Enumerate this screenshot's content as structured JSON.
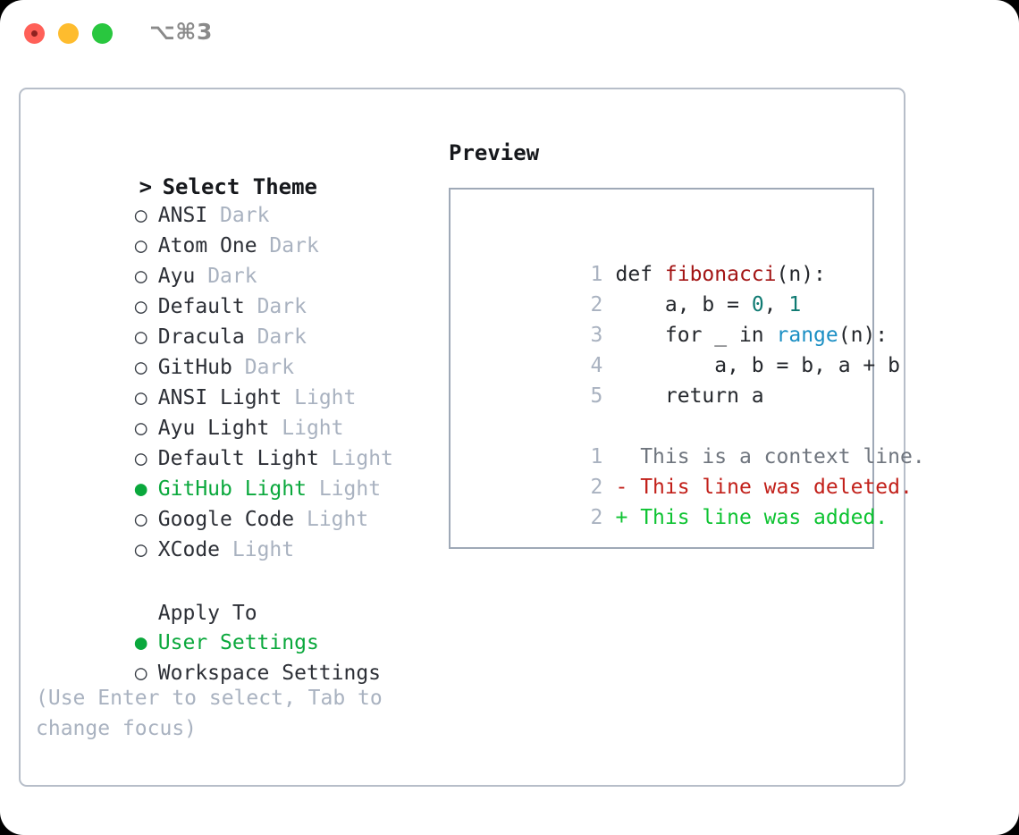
{
  "window": {
    "traffic_lights": [
      "close",
      "minimize",
      "zoom"
    ],
    "shortcut": "⌥⌘3"
  },
  "theme_picker": {
    "heading": {
      "marker": ">",
      "label": "Select Theme"
    },
    "items": [
      {
        "marker": "○",
        "label": "ANSI",
        "tag": "Dark",
        "selected": false
      },
      {
        "marker": "○",
        "label": "Atom One",
        "tag": "Dark",
        "selected": false
      },
      {
        "marker": "○",
        "label": "Ayu",
        "tag": "Dark",
        "selected": false
      },
      {
        "marker": "○",
        "label": "Default",
        "tag": "Dark",
        "selected": false
      },
      {
        "marker": "○",
        "label": "Dracula",
        "tag": "Dark",
        "selected": false
      },
      {
        "marker": "○",
        "label": "GitHub",
        "tag": "Dark",
        "selected": false
      },
      {
        "marker": "○",
        "label": "ANSI Light",
        "tag": "Light",
        "selected": false
      },
      {
        "marker": "○",
        "label": "Ayu Light",
        "tag": "Light",
        "selected": false
      },
      {
        "marker": "○",
        "label": "Default Light",
        "tag": "Light",
        "selected": false
      },
      {
        "marker": "●",
        "label": "GitHub Light",
        "tag": "Light",
        "selected": true
      },
      {
        "marker": "○",
        "label": "Google Code",
        "tag": "Light",
        "selected": false
      },
      {
        "marker": "○",
        "label": "XCode",
        "tag": "Light",
        "selected": false
      }
    ]
  },
  "apply_to": {
    "heading": "Apply To",
    "items": [
      {
        "marker": "●",
        "label": "User Settings",
        "selected": true
      },
      {
        "marker": "○",
        "label": "Workspace Settings",
        "selected": false
      }
    ]
  },
  "hint": "(Use Enter to select, Tab to change focus)",
  "preview": {
    "title": "Preview",
    "code_lines": [
      {
        "num": "1",
        "tokens": [
          {
            "t": "def ",
            "c": "plain"
          },
          {
            "t": "fibonacci",
            "c": "fn"
          },
          {
            "t": "(n):",
            "c": "plain"
          }
        ]
      },
      {
        "num": "2",
        "tokens": [
          {
            "t": "    a, b = ",
            "c": "plain"
          },
          {
            "t": "0",
            "c": "num"
          },
          {
            "t": ", ",
            "c": "plain"
          },
          {
            "t": "1",
            "c": "num"
          }
        ]
      },
      {
        "num": "3",
        "tokens": [
          {
            "t": "    for _ in ",
            "c": "plain"
          },
          {
            "t": "range",
            "c": "call"
          },
          {
            "t": "(n):",
            "c": "plain"
          }
        ]
      },
      {
        "num": "4",
        "tokens": [
          {
            "t": "        a, b = b, a + b",
            "c": "plain"
          }
        ]
      },
      {
        "num": "5",
        "tokens": [
          {
            "t": "    return a",
            "c": "plain"
          }
        ]
      }
    ],
    "diff_lines": [
      {
        "num": "1",
        "sign": " ",
        "text": " This is a context line.",
        "kind": "ctx"
      },
      {
        "num": "2",
        "sign": "-",
        "text": " This line was deleted.",
        "kind": "del"
      },
      {
        "num": "2",
        "sign": "+",
        "text": " This line was added.",
        "kind": "add"
      }
    ]
  },
  "colors": {
    "accent_green": "#0aa83c",
    "muted_gray": "#a9b2c0",
    "border": "#b7bec9",
    "preview_border": "#9fa9b7",
    "fn_red": "#a31515",
    "num_teal": "#0f7a72",
    "call_blue": "#1b8fc4",
    "diff_add": "#0ec332",
    "diff_del": "#c2201a"
  }
}
